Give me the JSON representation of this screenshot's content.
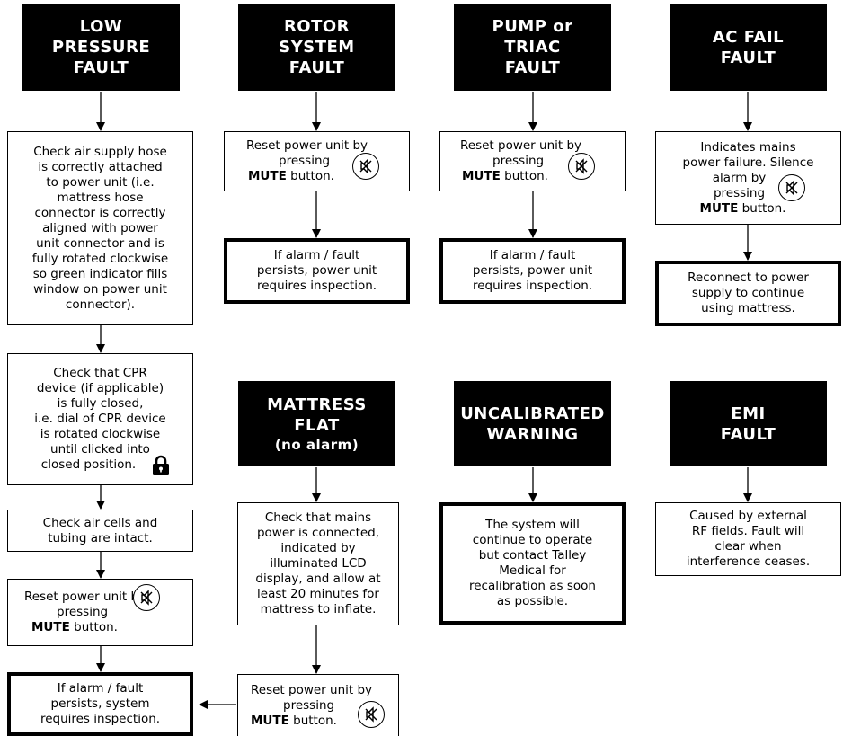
{
  "headers": {
    "low_pressure": [
      "LOW",
      "PRESSURE",
      "FAULT"
    ],
    "rotor": [
      "ROTOR",
      "SYSTEM",
      "FAULT"
    ],
    "pump": [
      "PUMP or",
      "TRIAC",
      "FAULT"
    ],
    "ac_fail": [
      "AC FAIL",
      "FAULT"
    ],
    "mattress_flat": [
      "MATTRESS",
      "FLAT"
    ],
    "mattress_flat_sub": "(no alarm)",
    "uncalibrated": [
      "UNCALIBRATED",
      "WARNING"
    ],
    "emi": [
      "EMI",
      "FAULT"
    ]
  },
  "boxes": {
    "low_check_hose": [
      "Check air supply hose",
      "is correctly attached",
      "to power unit (i.e.",
      "mattress hose",
      "connector is correctly",
      "aligned with power",
      "unit connector and is",
      "fully rotated clockwise",
      "so green indicator fills",
      "window on power unit",
      "connector)."
    ],
    "low_check_cpr": [
      "Check that CPR",
      "device (if applicable)",
      "is fully closed,",
      "i.e. dial of CPR device",
      "is rotated clockwise",
      "until clicked into",
      "closed position."
    ],
    "low_check_cells": [
      "Check air cells and",
      "tubing are intact."
    ],
    "reset_line1": "Reset power unit by",
    "reset_line2": "pressing",
    "reset_mute": "MUTE",
    "reset_button": " button.",
    "persist_inspection_unit": [
      "If alarm / fault",
      "persists, power unit",
      "requires inspection."
    ],
    "persist_inspection_system": [
      "If alarm / fault",
      "persists, system",
      "requires inspection."
    ],
    "ac_indicates": [
      "Indicates mains",
      "power failure.  Silence",
      "alarm by",
      "pressing"
    ],
    "ac_reconnect": [
      "Reconnect to power",
      "supply to continue",
      "using mattress."
    ],
    "mattress_check": [
      "Check that mains",
      "power is connected,",
      "indicated by",
      "illuminated LCD",
      "display, and allow at",
      "least 20 minutes for",
      "mattress to inflate."
    ],
    "uncal_text": [
      "The system will",
      "continue to operate",
      "but contact Talley",
      "Medical for",
      "recalibration as soon",
      "as possible."
    ],
    "emi_text": [
      "Caused by external",
      "RF fields.  Fault will",
      "clear when",
      "interference ceases."
    ]
  },
  "icons": {
    "mute": "mute-speaker-icon",
    "lock": "padlock-icon"
  }
}
